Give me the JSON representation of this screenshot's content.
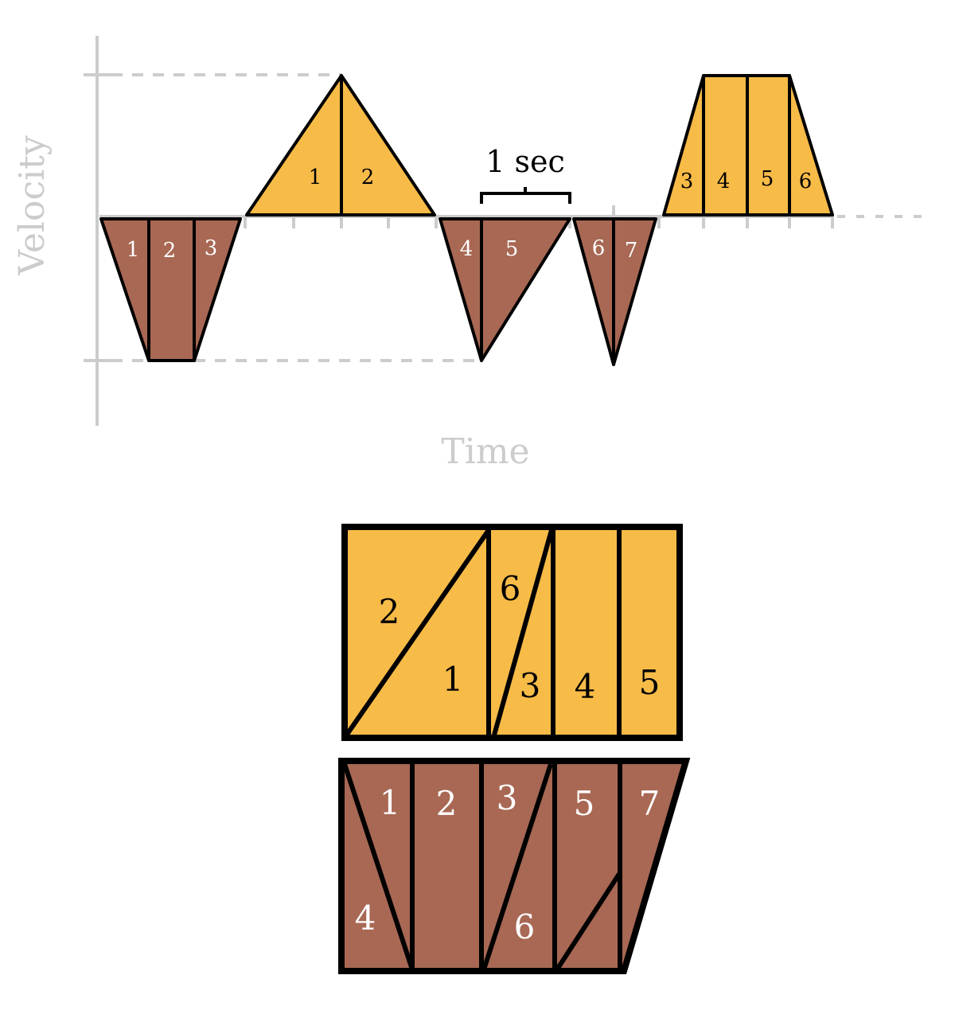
{
  "colors": {
    "positive": "#f7bb47",
    "negative": "#a86854",
    "outline": "#000000",
    "axis": "#cccccc",
    "positive_label": "#000000",
    "negative_label": "#ffffff"
  },
  "axes": {
    "y_label": "Velocity",
    "x_label": "Time"
  },
  "bracket": {
    "label": "1 sec"
  },
  "top_labels": {
    "neg1": "1",
    "neg2": "2",
    "neg3": "3",
    "pos1": "1",
    "pos2": "2",
    "neg4": "4",
    "neg5": "5",
    "neg6": "6",
    "neg7": "7",
    "pos3": "3",
    "pos4": "4",
    "pos5": "5",
    "pos6": "6"
  },
  "positive_rect_labels": {
    "p2": "2",
    "p1": "1",
    "p6": "6",
    "p3": "3",
    "p4": "4",
    "p5": "5"
  },
  "negative_rect_labels": {
    "n1": "1",
    "n2": "2",
    "n3": "3",
    "n5": "5",
    "n7": "7",
    "n4": "4",
    "n6": "6"
  }
}
